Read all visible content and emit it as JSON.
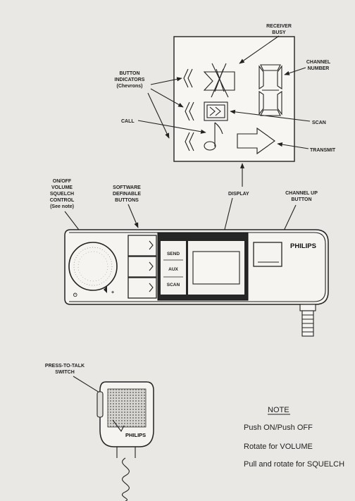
{
  "labels": {
    "receiver_busy": [
      "RECEIVER",
      "BUSY"
    ],
    "channel_number": [
      "CHANNEL",
      "NUMBER"
    ],
    "button_indicators": [
      "BUTTON",
      "INDICATORS",
      "(Chevrons)"
    ],
    "call": "CALL",
    "scan_indicator": "SCAN",
    "transmit": "TRANSMIT",
    "volume_control": [
      "ON/OFF",
      "VOLUME",
      "SQUELCH",
      "CONTROL",
      "(See note)"
    ],
    "software_buttons": [
      "SOFTWARE",
      "DEFINABLE",
      "BUTTONS"
    ],
    "display": "DISPLAY",
    "channel_up": [
      "CHANNEL UP",
      "BUTTON"
    ],
    "press_to_talk": [
      "PRESS-TO-TALK",
      "SWITCH"
    ]
  },
  "radio": {
    "brand": "PHILIPS",
    "buttons": [
      "SEND",
      "AUX",
      "SCAN"
    ],
    "knob_marks": [
      "⏻",
      "+"
    ]
  },
  "microphone": {
    "brand": "PHILIPS"
  },
  "note": {
    "title": "NOTE",
    "lines": [
      "Push ON/Push OFF",
      "Rotate for VOLUME",
      "Pull and rotate for SQUELCH"
    ]
  }
}
